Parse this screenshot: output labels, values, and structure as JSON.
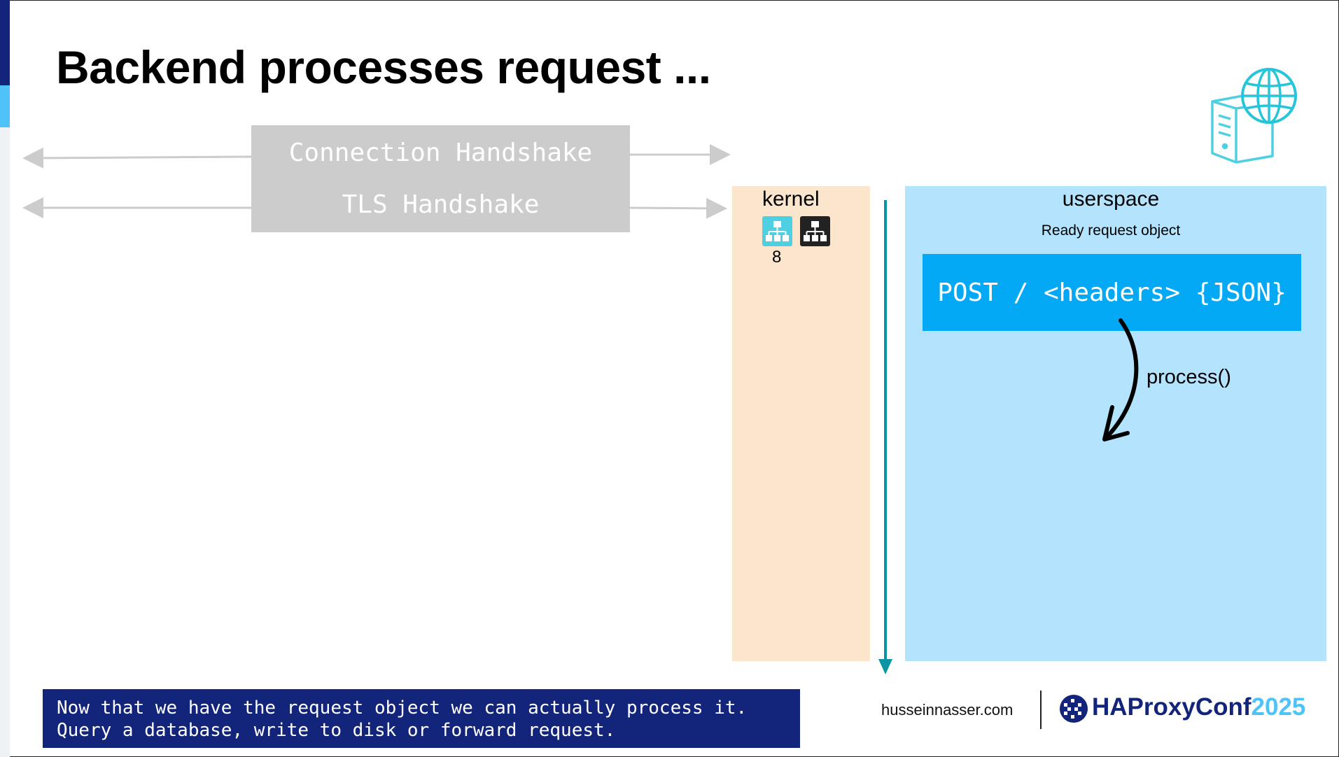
{
  "slide": {
    "title": "Backend processes request ...",
    "handshake": {
      "connection": "Connection Handshake",
      "tls": "TLS Handshake"
    },
    "kernel": {
      "label": "kernel",
      "count": "8",
      "icons": [
        "network-queue-icon-cyan",
        "network-queue-icon-dark"
      ]
    },
    "userspace": {
      "label": "userspace",
      "subtitle": "Ready request object",
      "request": "POST / <headers> {JSON}",
      "process_label": "process()"
    },
    "note": {
      "line1": "Now that we have the request object we can actually process it.",
      "line2": "Query a database, write to disk or forward request."
    },
    "footer": {
      "site": "husseinnasser.com",
      "brand_name": "HAProxyConf",
      "brand_year": "2025"
    },
    "icons": {
      "server": "server-globe-icon",
      "brand": "haproxy-logo-icon"
    },
    "colors": {
      "navy": "#13257a",
      "cyan": "#4fc3f7",
      "teal_arrow": "#0b95a4",
      "handshake_grey": "#cccccc",
      "kernel_bg": "#fce5cd",
      "userspace_bg": "#b3e3fd",
      "request_bg": "#03a9f4"
    }
  }
}
